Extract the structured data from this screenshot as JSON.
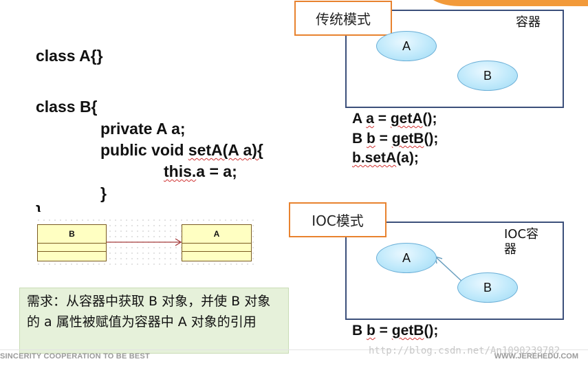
{
  "left_code": {
    "class_a": "class A{}",
    "class_b_open": "class B{",
    "field": "private A a;",
    "method_prefix": "public void ",
    "method_name": "setA(A a){",
    "body_this": "this.",
    "body_rest": "a = a;",
    "close_inner": "}",
    "close_outer": "}"
  },
  "uml": {
    "class_b": "B",
    "class_a": "A"
  },
  "requirement": {
    "text": "需求：从容器中获取 B 对象，并使 B 对象的 a 属性被赋值为容器中 A 对象的引用"
  },
  "traditional": {
    "label": "传统模式",
    "container": "容器",
    "a": "A",
    "b": "B",
    "line1_pre": "A ",
    "line1_a": "a",
    "line1_mid": " = ",
    "line1_call": "getA",
    "line1_end": "();",
    "line2_pre": "B ",
    "line2_b": "b",
    "line2_mid": " = ",
    "line2_call": "getB",
    "line2_end": "();",
    "line3_obj": "b.setA",
    "line3_end": "(a);"
  },
  "ioc": {
    "label": "IOC模式",
    "container": "IOC容器",
    "a": "A",
    "b": "B",
    "line_pre": "B ",
    "line_b": "b",
    "line_mid": " = ",
    "line_call": "getB",
    "line_end": "();"
  },
  "footer": {
    "left": "SINCERITY  COOPERATION  TO BE BEST",
    "right": "WWW.JEREHEDU.COM",
    "watermark": "http://blog.csdn.net/An1090239782"
  },
  "colors": {
    "accent_orange": "#e8822e",
    "container_border": "#3b4f7a",
    "ellipse_fill": "#bfe9fb",
    "req_bg": "#e6f1da"
  }
}
